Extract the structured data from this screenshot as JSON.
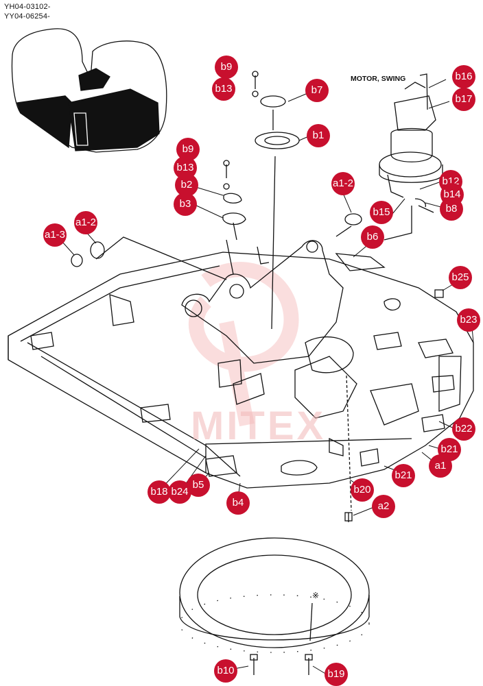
{
  "header": {
    "serial_line_1": "YH04-03102-",
    "serial_line_2": "YY04-06254-"
  },
  "labels": {
    "motor_swing": "MOTOR, SWING",
    "reference_mark": "※",
    "watermark": "MITEX"
  },
  "callouts": [
    {
      "id": "b9-top",
      "text": "b9"
    },
    {
      "id": "b13-top",
      "text": "b13"
    },
    {
      "id": "b7",
      "text": "b7"
    },
    {
      "id": "b1",
      "text": "b1"
    },
    {
      "id": "b9-mid",
      "text": "b9"
    },
    {
      "id": "b13-mid",
      "text": "b13"
    },
    {
      "id": "b2",
      "text": "b2"
    },
    {
      "id": "b3",
      "text": "b3"
    },
    {
      "id": "a1-2-right",
      "text": "a1-2"
    },
    {
      "id": "b16",
      "text": "b16"
    },
    {
      "id": "b17",
      "text": "b17"
    },
    {
      "id": "b12",
      "text": "b12"
    },
    {
      "id": "b14",
      "text": "b14"
    },
    {
      "id": "b15",
      "text": "b15"
    },
    {
      "id": "b8",
      "text": "b8"
    },
    {
      "id": "a1-3",
      "text": "a1-3"
    },
    {
      "id": "a1-2-left",
      "text": "a1-2"
    },
    {
      "id": "b6",
      "text": "b6"
    },
    {
      "id": "b25",
      "text": "b25"
    },
    {
      "id": "b23",
      "text": "b23"
    },
    {
      "id": "b22",
      "text": "b22"
    },
    {
      "id": "b21-right",
      "text": "b21"
    },
    {
      "id": "a1",
      "text": "a1"
    },
    {
      "id": "b21-mid",
      "text": "b21"
    },
    {
      "id": "b20",
      "text": "b20"
    },
    {
      "id": "a2",
      "text": "a2"
    },
    {
      "id": "b18",
      "text": "b18"
    },
    {
      "id": "b24",
      "text": "b24"
    },
    {
      "id": "b5",
      "text": "b5"
    },
    {
      "id": "b4",
      "text": "b4"
    },
    {
      "id": "b10",
      "text": "b10"
    },
    {
      "id": "b19",
      "text": "b19"
    }
  ],
  "colors": {
    "callout": "#c8102e",
    "line": "#111111",
    "watermark": "#f2b8b8"
  }
}
